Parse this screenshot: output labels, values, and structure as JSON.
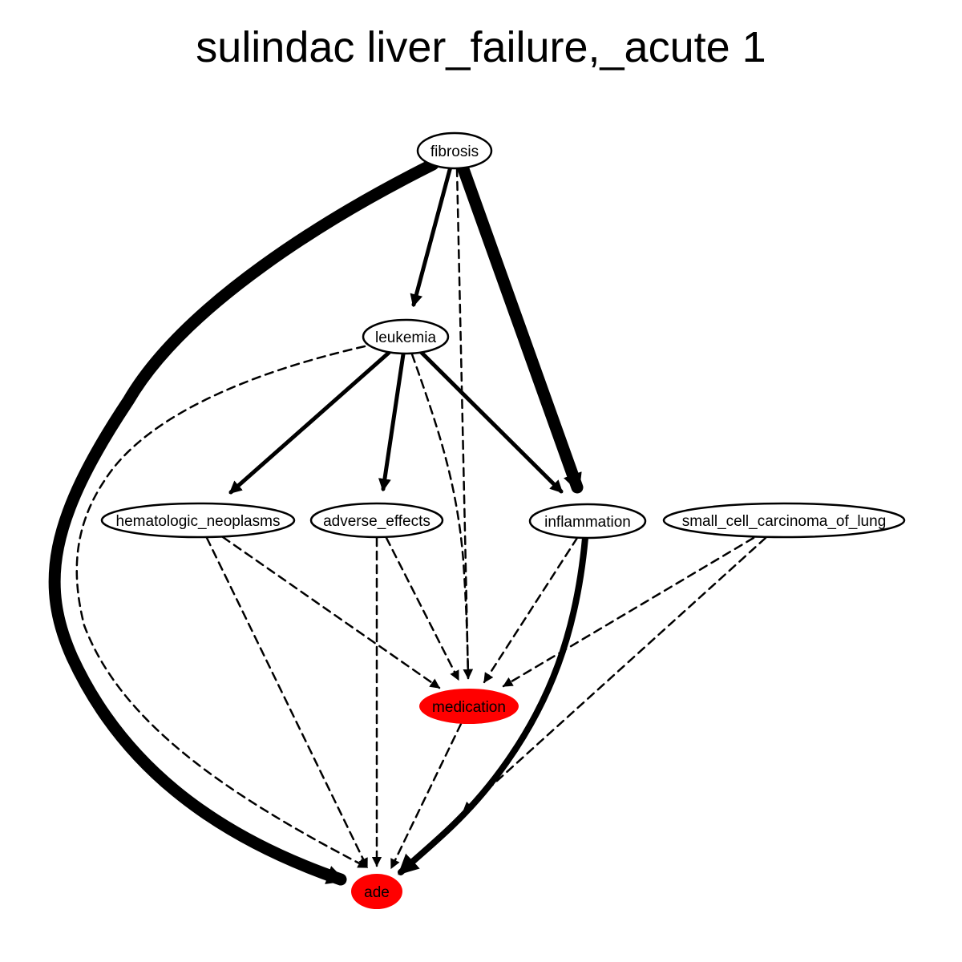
{
  "title": "sulindac liver_failure,_acute 1",
  "colors": {
    "highlight": "#ff0000",
    "normal": "#ffffff",
    "stroke": "#000000"
  },
  "nodes": [
    {
      "id": "fibrosis",
      "label": "fibrosis",
      "highlight": false
    },
    {
      "id": "leukemia",
      "label": "leukemia",
      "highlight": false
    },
    {
      "id": "hematologic_neoplasms",
      "label": "hematologic_neoplasms",
      "highlight": false
    },
    {
      "id": "adverse_effects",
      "label": "adverse_effects",
      "highlight": false
    },
    {
      "id": "inflammation",
      "label": "inflammation",
      "highlight": false
    },
    {
      "id": "small_cell_carcinoma_of_lung",
      "label": "small_cell_carcinoma_of_lung",
      "highlight": false
    },
    {
      "id": "medication",
      "label": "medication",
      "highlight": true
    },
    {
      "id": "ade",
      "label": "ade",
      "highlight": true
    }
  ],
  "edges": [
    {
      "from": "fibrosis",
      "to": "ade",
      "style": "solid",
      "weight": "heavy"
    },
    {
      "from": "fibrosis",
      "to": "leukemia",
      "style": "solid",
      "weight": "medium"
    },
    {
      "from": "fibrosis",
      "to": "inflammation",
      "style": "solid",
      "weight": "heavy"
    },
    {
      "from": "fibrosis",
      "to": "medication",
      "style": "dashed",
      "weight": "light"
    },
    {
      "from": "leukemia",
      "to": "hematologic_neoplasms",
      "style": "solid",
      "weight": "medium"
    },
    {
      "from": "leukemia",
      "to": "adverse_effects",
      "style": "solid",
      "weight": "medium"
    },
    {
      "from": "leukemia",
      "to": "inflammation",
      "style": "solid",
      "weight": "medium"
    },
    {
      "from": "leukemia",
      "to": "medication",
      "style": "dashed",
      "weight": "light"
    },
    {
      "from": "leukemia",
      "to": "ade",
      "style": "dashed",
      "weight": "light"
    },
    {
      "from": "hematologic_neoplasms",
      "to": "medication",
      "style": "dashed",
      "weight": "light"
    },
    {
      "from": "hematologic_neoplasms",
      "to": "ade",
      "style": "dashed",
      "weight": "light"
    },
    {
      "from": "adverse_effects",
      "to": "medication",
      "style": "dashed",
      "weight": "light"
    },
    {
      "from": "adverse_effects",
      "to": "ade",
      "style": "dashed",
      "weight": "light"
    },
    {
      "from": "inflammation",
      "to": "medication",
      "style": "dashed",
      "weight": "light"
    },
    {
      "from": "inflammation",
      "to": "ade",
      "style": "solid",
      "weight": "medium-heavy"
    },
    {
      "from": "small_cell_carcinoma_of_lung",
      "to": "medication",
      "style": "dashed",
      "weight": "light"
    },
    {
      "from": "small_cell_carcinoma_of_lung",
      "to": "ade",
      "style": "dashed",
      "weight": "light"
    },
    {
      "from": "medication",
      "to": "ade",
      "style": "dashed",
      "weight": "light"
    }
  ]
}
